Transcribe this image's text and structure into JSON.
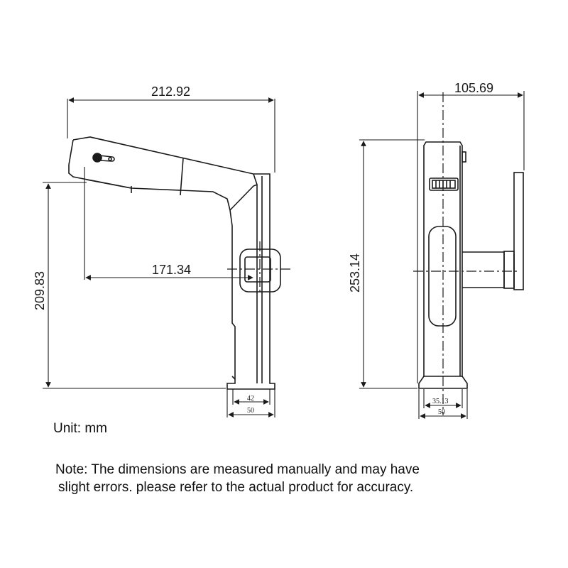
{
  "side_view": {
    "width_label": "212.92",
    "height_label": "209.83",
    "reach_label": "171.34",
    "base_inner_label": "42",
    "base_outer_label": "50"
  },
  "front_view": {
    "width_label": "105.69",
    "height_label": "253.14",
    "base_inner_label": "35.13",
    "base_outer_label": "50"
  },
  "unit_text": "Unit: mm",
  "note_line1": "Note: The dimensions are measured manually and may have",
  "note_line2": "slight errors. please refer to the actual product for accuracy."
}
